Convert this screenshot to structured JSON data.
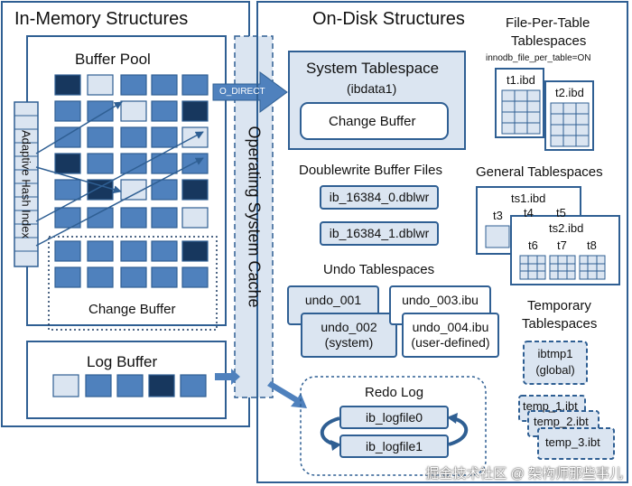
{
  "in_memory": {
    "title": "In-Memory Structures",
    "buffer_pool_title": "Buffer Pool",
    "adaptive_hash_index": "Adaptive Hash Index",
    "change_buffer": "Change Buffer",
    "log_buffer": "Log Buffer"
  },
  "os_cache": {
    "label": "Operating System Cache",
    "o_direct": "O_DIRECT"
  },
  "on_disk": {
    "title": "On-Disk Structures",
    "system_tablespace": "System Tablespace",
    "ibdata1": "(ibdata1)",
    "change_buffer": "Change Buffer",
    "doublewrite_title": "Doublewrite Buffer Files",
    "dblwr_0": "ib_16384_0.dblwr",
    "dblwr_1": "ib_16384_1.dblwr",
    "undo_title": "Undo Tablespaces",
    "undo_001": "undo_001",
    "undo_002": "undo_002",
    "undo_002_sub": "(system)",
    "undo_003": "undo_003.ibu",
    "undo_004": "undo_004.ibu",
    "undo_004_sub": "(user-defined)",
    "redo_title": "Redo Log",
    "logfile0": "ib_logfile0",
    "logfile1": "ib_logfile1",
    "file_per_table_title_1": "File-Per-Table",
    "file_per_table_title_2": "Tablespaces",
    "innodb_option": "innodb_file_per_table=ON",
    "t1": "t1.ibd",
    "t2": "t2.ibd",
    "general_title": "General Tablespaces",
    "ts1": "ts1.ibd",
    "ts2": "ts2.ibd",
    "t3": "t3",
    "t4": "t4",
    "t5": "t5",
    "t6": "t6",
    "t7": "t7",
    "t8": "t8",
    "temporary_title_1": "Temporary",
    "temporary_title_2": "Tablespaces",
    "ibtmp1": "ibtmp1",
    "ibtmp1_sub": "(global)",
    "temp_1": "temp_1.ibt",
    "temp_2": "temp_2.ibt",
    "temp_3": "temp_3.ibt"
  },
  "watermark": "掘金技术社区 @ 架构师那些事儿",
  "colors": {
    "border": "#2f5f93",
    "light_fill": "#dbe5f1",
    "dark_page": "#17375e",
    "mid_page": "#4f81bd",
    "light_page": "#dbe5f1"
  }
}
